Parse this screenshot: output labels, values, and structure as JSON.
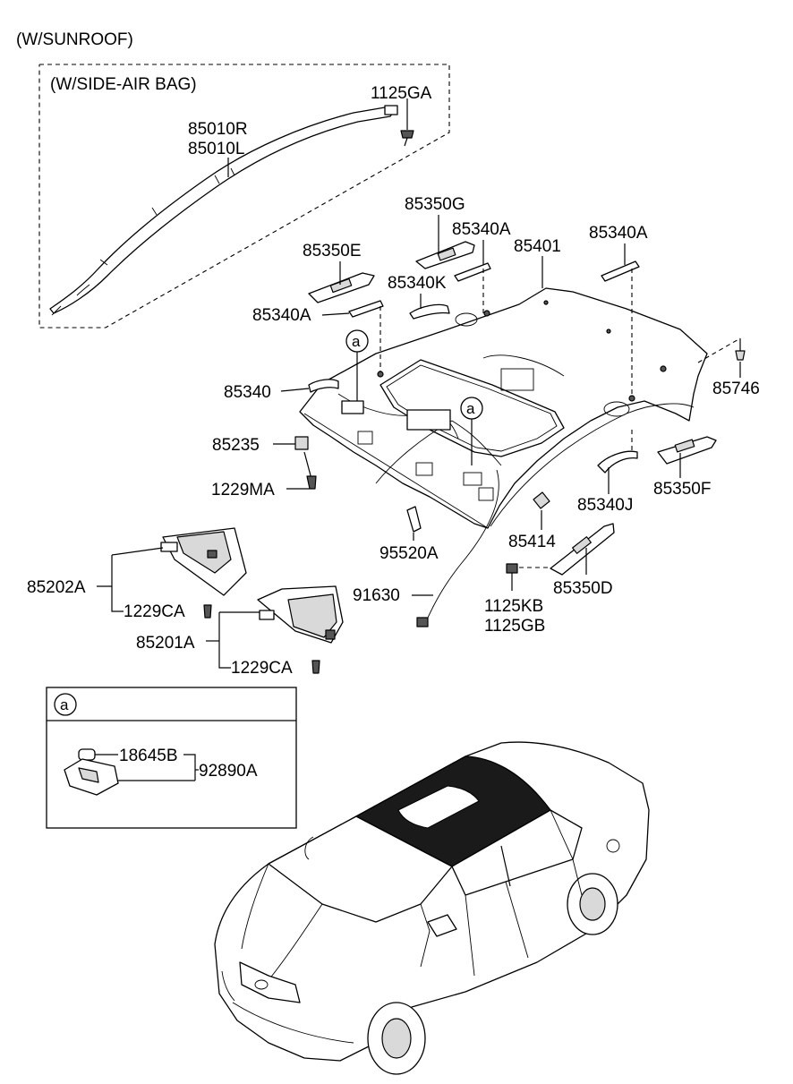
{
  "headings": {
    "variant": "(W/SUNROOF)",
    "sub_variant": "(W/SIDE-AIR BAG)"
  },
  "callout": "a",
  "parts": {
    "p1125GA": "1125GA",
    "p85010R": "85010R",
    "p85010L": "85010L",
    "p85350G": "85350G",
    "p85340A_1": "85340A",
    "p85340A_2": "85340A",
    "p85401": "85401",
    "p85350E": "85350E",
    "p85340K": "85340K",
    "p85340A_3": "85340A",
    "p85340": "85340",
    "p85746": "85746",
    "p85235": "85235",
    "p1229MA": "1229MA",
    "p85340J": "85340J",
    "p85350F": "85350F",
    "p85414": "85414",
    "p95520A": "95520A",
    "p85202A": "85202A",
    "p1229CA_1": "1229CA",
    "p91630": "91630",
    "p1125KB": "1125KB",
    "p1125GB": "1125GB",
    "p85350D": "85350D",
    "p85201A": "85201A",
    "p1229CA_2": "1229CA",
    "p18645B": "18645B",
    "p92890A": "92890A"
  }
}
